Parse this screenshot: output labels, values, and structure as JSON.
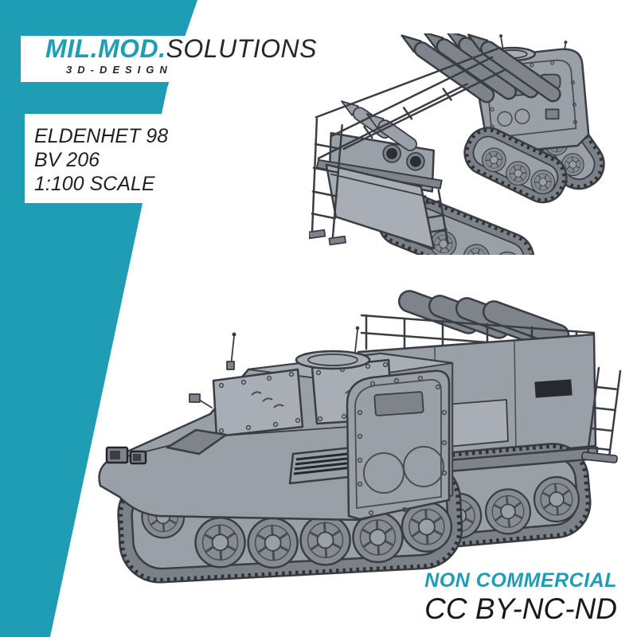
{
  "brand": {
    "name_primary": "MIL.MOD.",
    "name_secondary": "SOLUTIONS",
    "tagline": "3D-DESIGN"
  },
  "product": {
    "name": "ELDENHET 98",
    "platform": "BV 206",
    "scale": "1:100 SCALE"
  },
  "license": {
    "usage": "NON COMMERCIAL",
    "code": "CC BY-NC-ND"
  },
  "renders": {
    "top_view": "rear-quarter-3d-render",
    "bottom_view": "front-quarter-3d-render"
  },
  "colors": {
    "accent_teal": "#1f9db5",
    "brand_text": "#24282e",
    "text_dark": "#1d2127",
    "license_text": "#17191d",
    "vehicle_body": "#9aa0a8",
    "vehicle_body_light": "#a9aeb6",
    "vehicle_body_dark": "#7f848c",
    "vehicle_outline": "#3a3d43",
    "track": "#7c8188",
    "track_teeth": "#2e3135",
    "background": "#ffffff"
  }
}
